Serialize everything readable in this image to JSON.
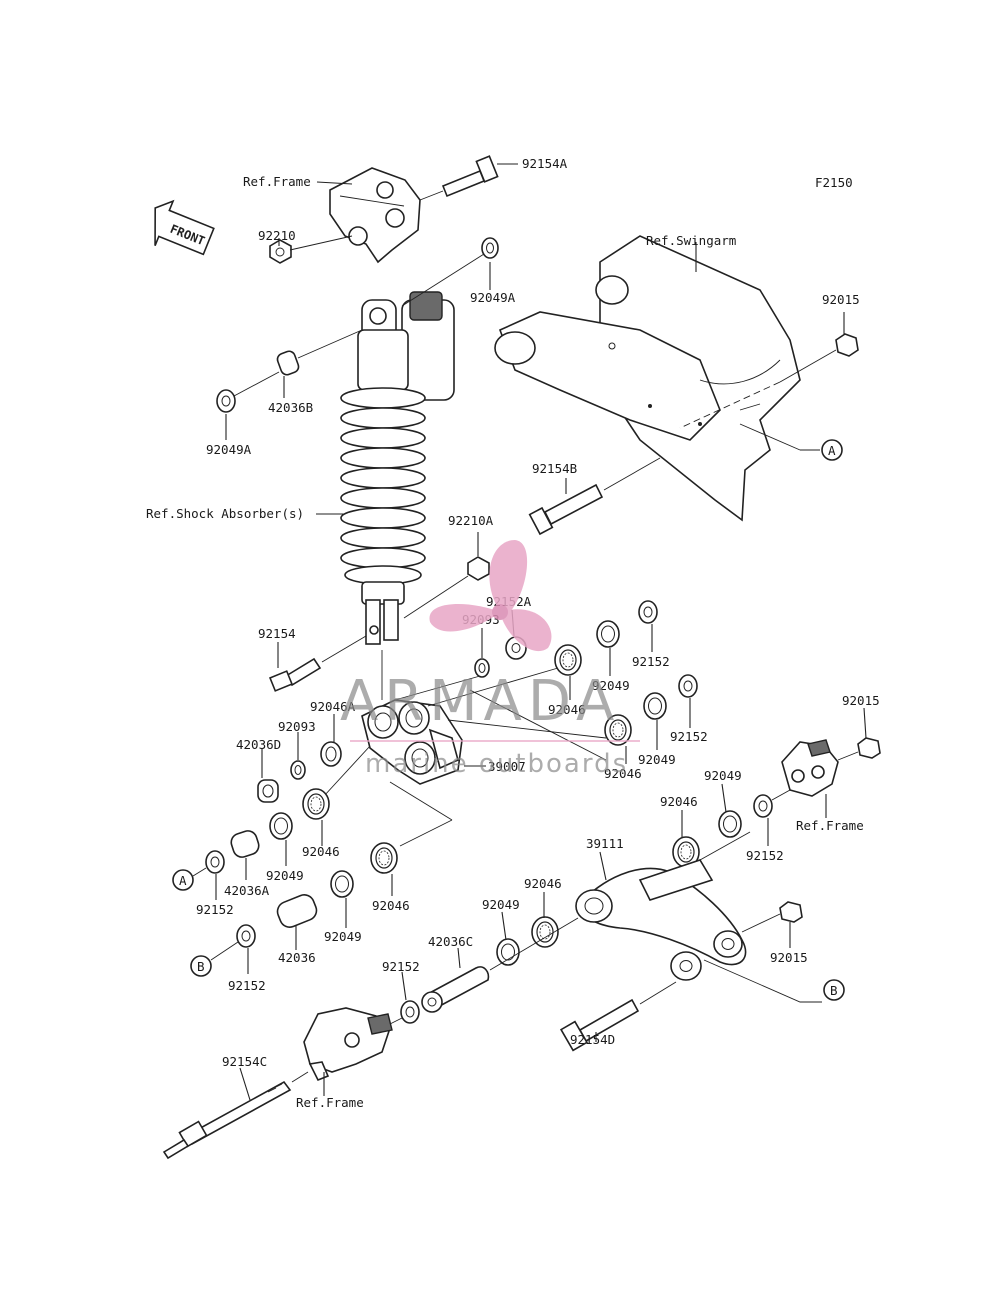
{
  "diagram": {
    "code": "F2150",
    "front_label": "FRONT",
    "refs": {
      "frame_top": "Ref.Frame",
      "swingarm": "Ref.Swingarm",
      "shock": "Ref.Shock Absorber(s)",
      "frame_right": "Ref.Frame",
      "frame_bottom": "Ref.Frame"
    },
    "callouts": {
      "A": "A",
      "B": "B"
    },
    "parts": {
      "p92154A": "92154A",
      "p92210": "92210",
      "p92049A_top": "92049A",
      "p42036B": "42036B",
      "p92049A_left": "92049A",
      "p92015_top": "92015",
      "p92154B": "92154B",
      "p92210A": "92210A",
      "p92152A": "92152A",
      "p92093_center": "92093",
      "p92154": "92154",
      "p92046A": "92046A",
      "p92093_left": "92093",
      "p42036D": "42036D",
      "p92152_r1": "92152",
      "p92049_r1": "92049",
      "p92046_c1": "92046",
      "p92152_r2": "92152",
      "p92049_r2": "92049",
      "p39007": "39007",
      "p92046_c2": "92046",
      "p92015_right": "92015",
      "p92049_r3": "92049",
      "p92046_r3": "92046",
      "p92152_r3": "92152",
      "p92046_l1": "92046",
      "p92049_l1": "92049",
      "p42036A": "42036A",
      "p92152_l1": "92152",
      "p92046_l2": "92046",
      "p92049_l2": "92049",
      "p42036": "42036",
      "p92152_l2": "92152",
      "p39111": "39111",
      "p92046_m": "92046",
      "p92049_m": "92049",
      "p42036C": "42036C",
      "p92152_m": "92152",
      "p92015_bottom": "92015",
      "p92154D": "92154D",
      "p92154C": "92154C"
    }
  },
  "watermark": {
    "brand": "ARMADA",
    "tagline": "marine outboards",
    "accent_color": "#e8a6c6"
  }
}
